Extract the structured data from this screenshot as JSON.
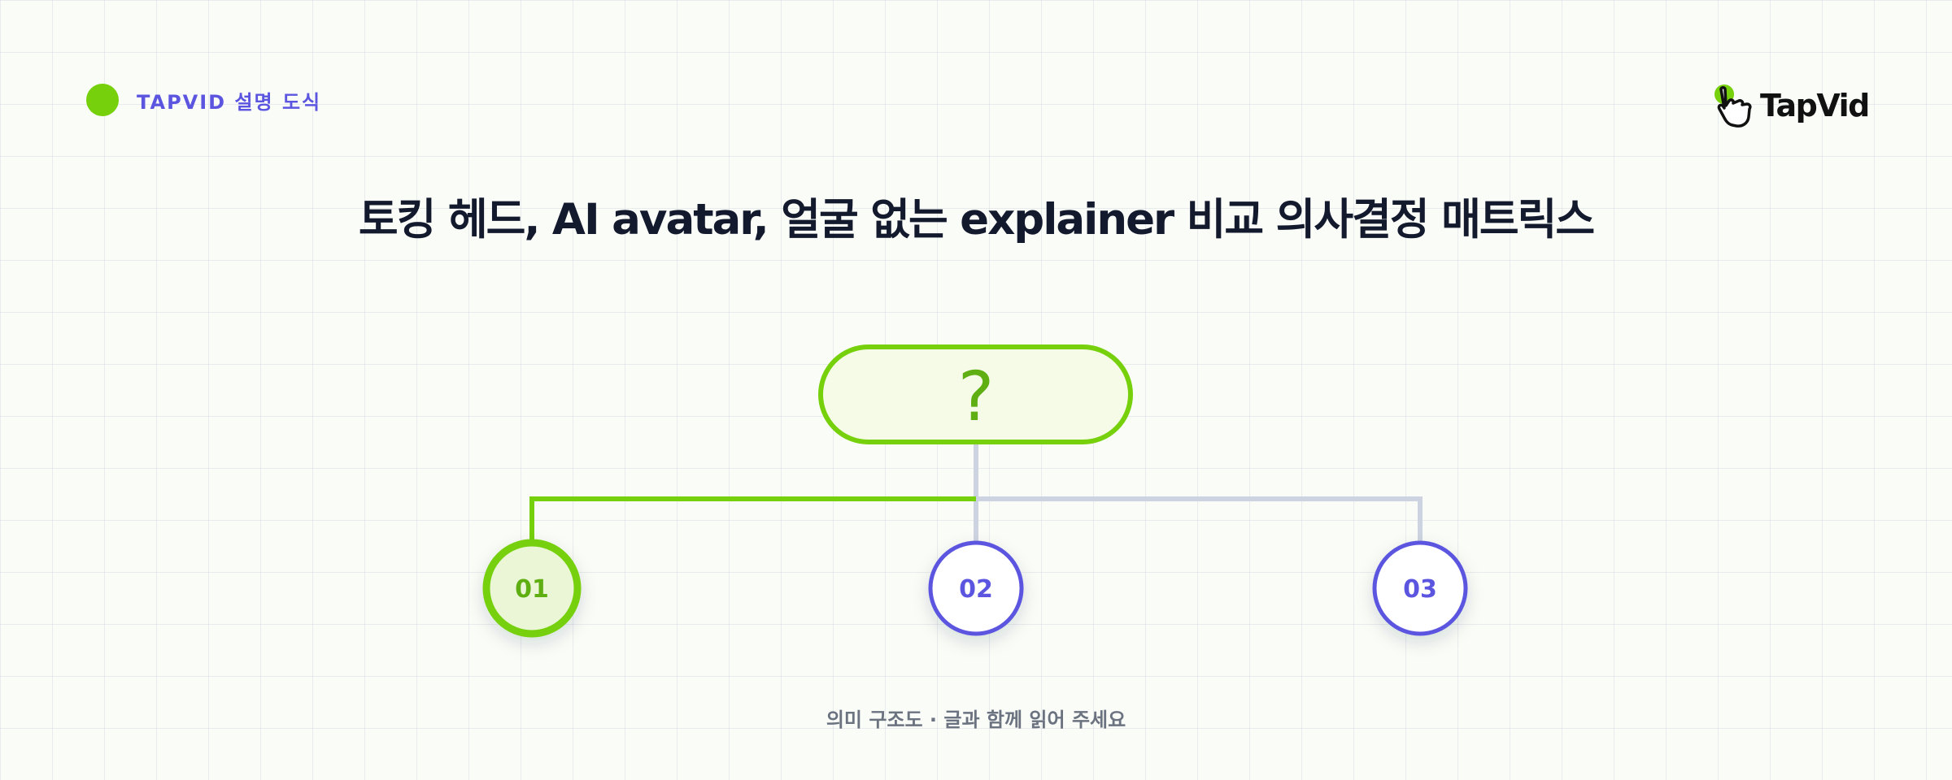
{
  "header": {
    "tag_label": "TAPVID 설명 도식",
    "tag_dot_color": "#76d00c",
    "tag_text_color": "#5b55e0"
  },
  "logo": {
    "text": "TapVid",
    "icon": "hand-pointer-icon",
    "accent_color": "#76d00c"
  },
  "title": "토킹 헤드, AI avatar, 얼굴 없는 explainer 비교 의사결정 매트릭스",
  "diagram": {
    "root": {
      "label": "?",
      "border_color": "#76d00c",
      "fill_color": "#f5fbe6"
    },
    "children": [
      {
        "label": "01",
        "highlighted": true
      },
      {
        "label": "02",
        "highlighted": false
      },
      {
        "label": "03",
        "highlighted": false
      }
    ],
    "colors": {
      "highlight": "#76d00c",
      "highlight_text": "#5fae12",
      "default_border": "#5b55e0",
      "connector_default": "#cdd3e0"
    }
  },
  "footer": "의미 구조도 · 글과 함께 읽어 주세요"
}
